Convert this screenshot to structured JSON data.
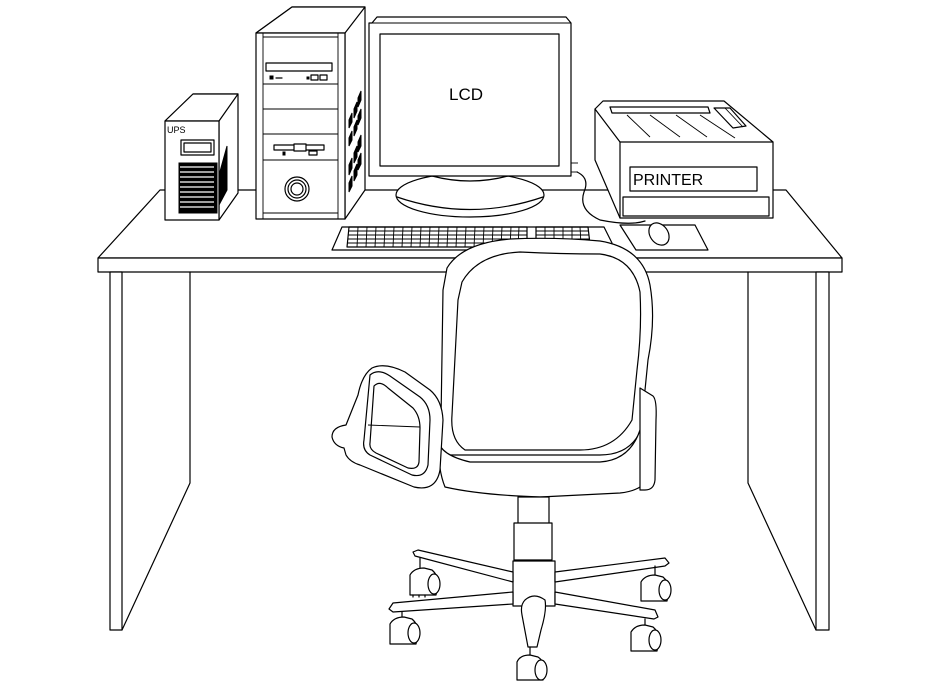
{
  "drawing": {
    "title": "Computer workstation (desk, UPS, CPU tower, LCD monitor, printer, keyboard, mouse, office chair)",
    "line_color": "#000000",
    "background_color": "#ffffff"
  },
  "labels": {
    "ups": "UPS",
    "lcd": "LCD",
    "printer": "PRINTER"
  },
  "components": [
    {
      "name": "desk",
      "description": "Rectangular table with two slab legs"
    },
    {
      "name": "ups",
      "label": "UPS"
    },
    {
      "name": "cpu-tower",
      "description": "Tower with optical drive, floppy drive, power button, side vents"
    },
    {
      "name": "lcd-monitor",
      "label": "LCD"
    },
    {
      "name": "printer",
      "label": "PRINTER"
    },
    {
      "name": "keyboard"
    },
    {
      "name": "mouse-and-pad"
    },
    {
      "name": "office-chair",
      "description": "Swivel chair with armrests, gas lift and 5-star base with casters"
    }
  ]
}
